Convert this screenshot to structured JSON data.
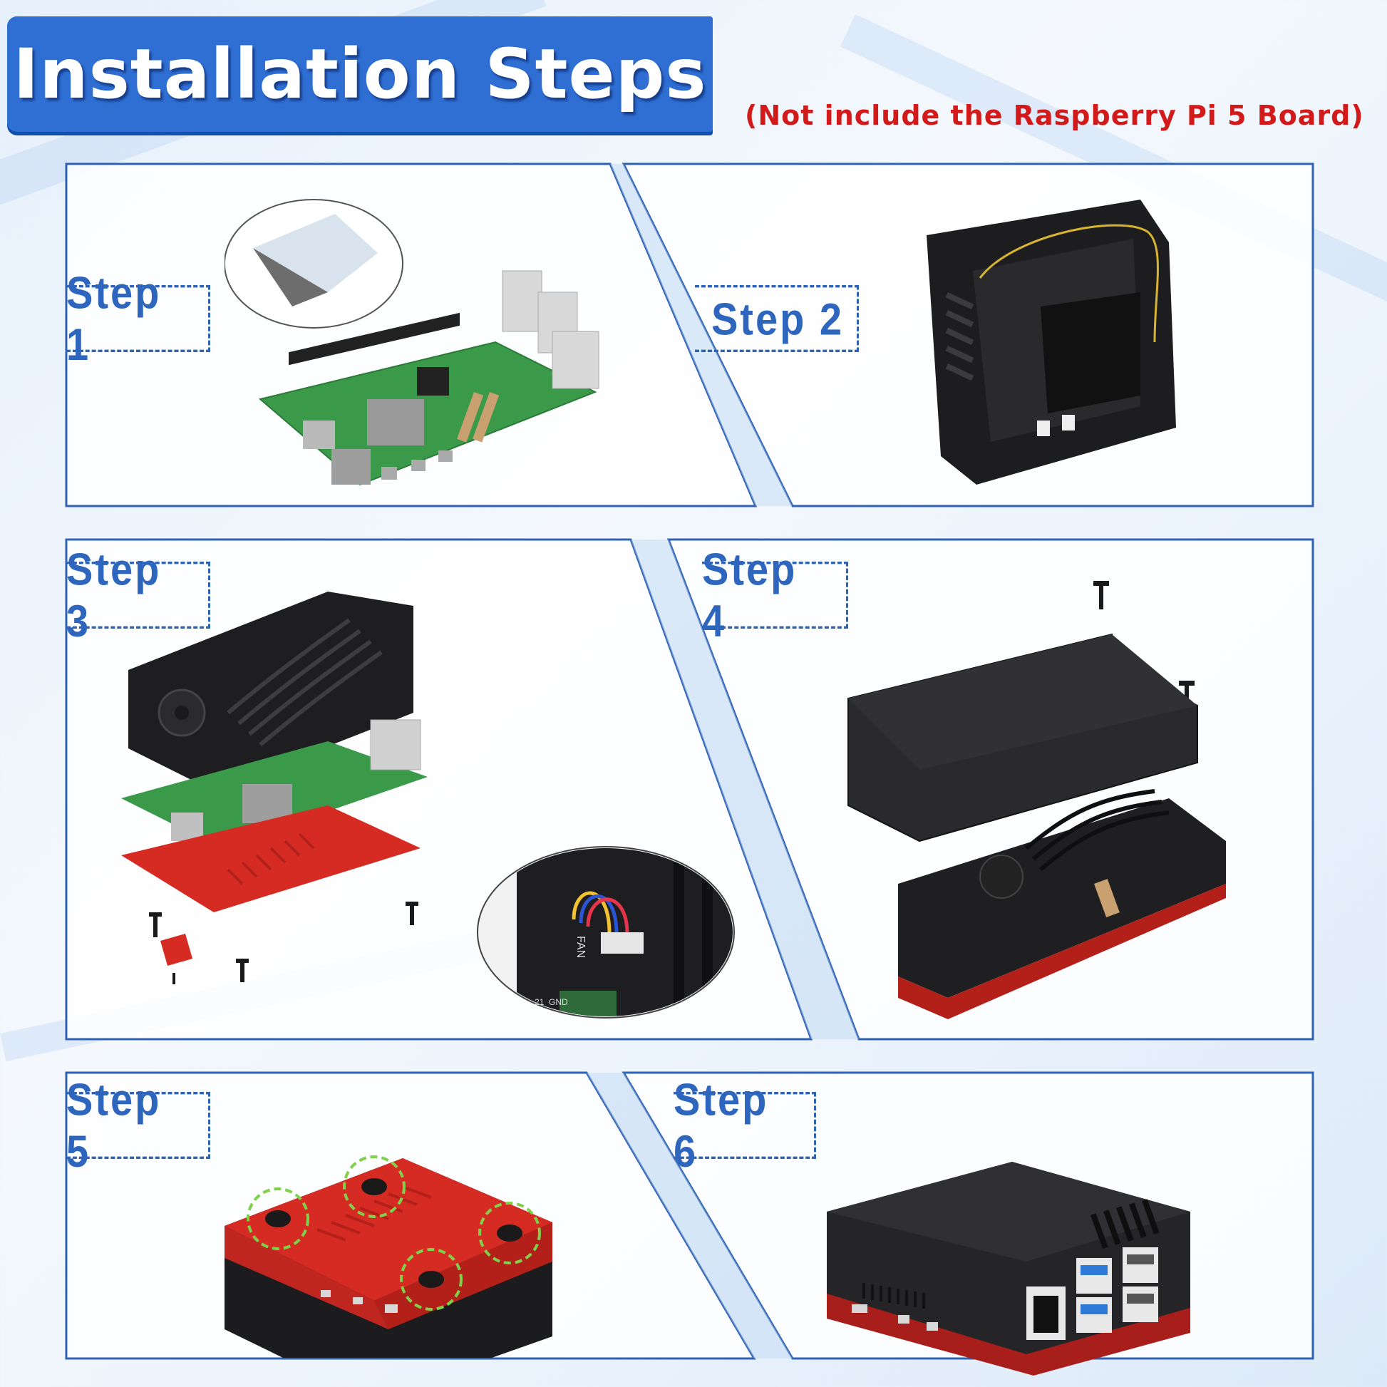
{
  "header": {
    "title": "Installation Steps",
    "note": "(Not include the Raspberry Pi 5 Board)"
  },
  "colors": {
    "banner_blue": "#2f6fd3",
    "banner_shadow": "#0f4fb0",
    "frame_blue": "#2e62b3",
    "step_text": "#2e66be",
    "note_red": "#d21a1a",
    "case_red": "#d62b22",
    "case_black": "#1c1c1e",
    "pcb_green": "#3a9a4a",
    "highlight_green": "#7fd04a"
  },
  "steps": [
    {
      "label": "Step 1",
      "description": "Raspberry Pi 5 board with thermal pad (inset)",
      "icon": "raspberry-pi-board-icon"
    },
    {
      "label": "Step 2",
      "description": "Black heatsink top frame with fan cable",
      "icon": "heatsink-frame-icon"
    },
    {
      "label": "Step 3",
      "description": "Exploded view: heatsink/fan, board, red base, screws; inset shows FAN connector",
      "icon": "exploded-assembly-icon",
      "inset_labels": [
        "FAN",
        "GND",
        "21"
      ]
    },
    {
      "label": "Step 4",
      "description": "Attach black top cover with two screws",
      "icon": "top-cover-icon"
    },
    {
      "label": "Step 5",
      "description": "Bottom view of red base with four rubber feet highlighted",
      "icon": "rubber-feet-icon"
    },
    {
      "label": "Step 6",
      "description": "Fully assembled case with USB and Ethernet ports",
      "icon": "assembled-case-icon"
    }
  ]
}
